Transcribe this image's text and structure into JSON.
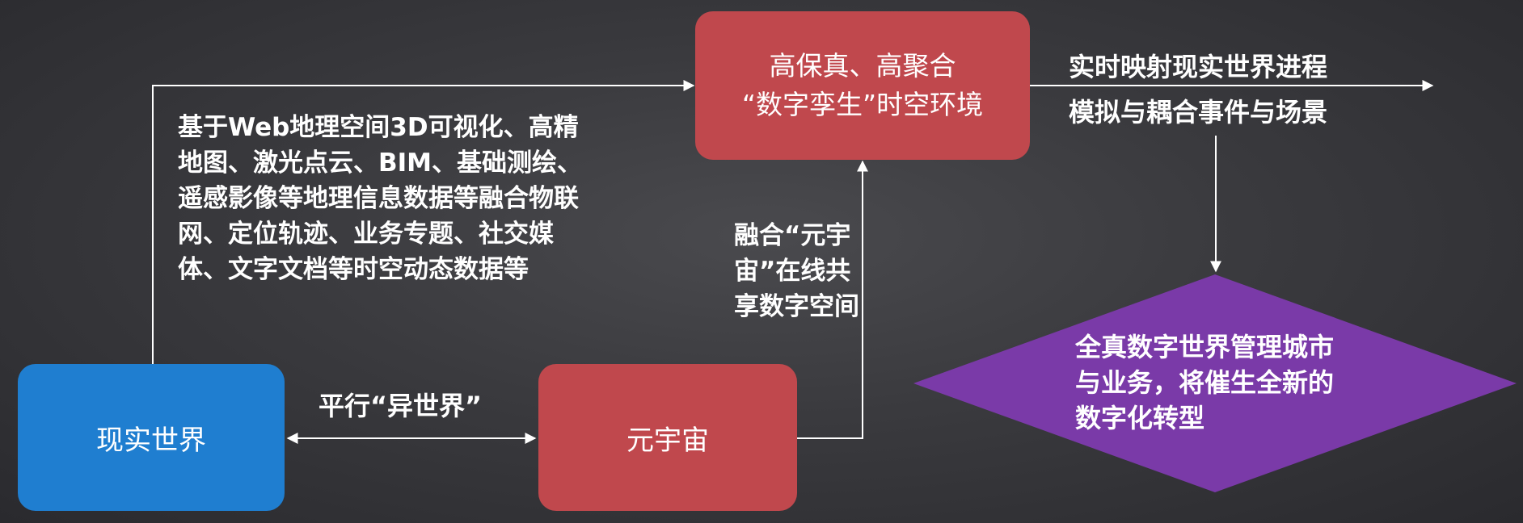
{
  "nodes": {
    "reality": "现实世界",
    "metaverse": "元宇宙",
    "twin_line1": "高保真、高聚合",
    "twin_line2": "“数字孪生”时空环境",
    "outcome": "全真数字世界管理城市与业务，将催生全新的数字化转型"
  },
  "edge_labels": {
    "data_sources": "基于Web地理空间3D可视化、高精地图、激光点云、BIM、基础测绘、遥感影像等地理信息数据等融合物联网、定位轨迹、业务专题、社交媒体、文字文档等时空动态数据等",
    "parallel": "平行“异世界”",
    "fusion": "融合“元宇宙”在线共享数字空间",
    "mapping": "实时映射现实世界进程",
    "simulation": "模拟与耦合事件与场景"
  },
  "colors": {
    "background": "#3a3a3e",
    "reality_box": "#1f7ed0",
    "red_box": "#c0484d",
    "diamond": "#7a3aa8",
    "connector": "#ffffff"
  }
}
